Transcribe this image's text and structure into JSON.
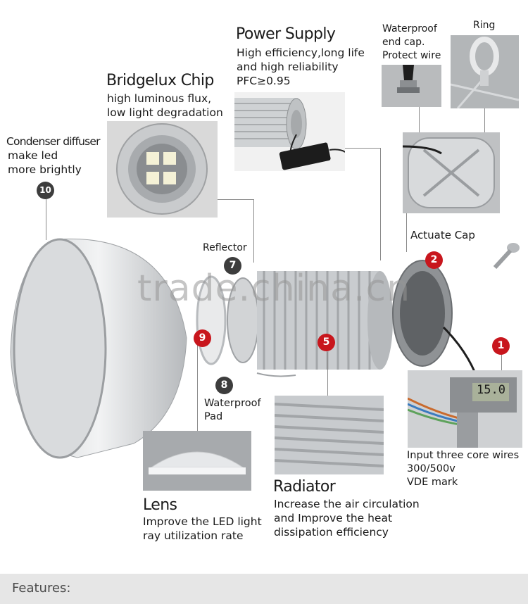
{
  "power_supply": {
    "title": "Power Supply",
    "lines": [
      "High efficiency,long life",
      "and high reliability",
      "PFC≥0.95"
    ]
  },
  "bridgelux": {
    "title": "Bridgelux Chip",
    "lines": [
      "high luminous flux,",
      "low light degradation"
    ]
  },
  "condenser": {
    "title": "Condenser diffuser",
    "lines": [
      "make led",
      "more brightly"
    ],
    "badge": "10"
  },
  "waterproof_cap": {
    "lines": [
      "Waterproof",
      "end cap.",
      "Protect wire"
    ]
  },
  "ring": {
    "label": "Ring"
  },
  "actuate_cap": {
    "label": "Actuate Cap",
    "badge": "2"
  },
  "reflector": {
    "label": "Reflector",
    "badge": "7"
  },
  "lens_badge": "9",
  "radiator_badge": "5",
  "pad": {
    "badge": "8",
    "lines": [
      "Waterproof",
      "Pad"
    ]
  },
  "wires": {
    "badge": "1",
    "lines": [
      "Input three core wires",
      "300/500v",
      "VDE mark"
    ]
  },
  "lens": {
    "title": "Lens",
    "lines": [
      "Improve the LED light",
      "ray utilization rate"
    ]
  },
  "radiator": {
    "title": "Radiator",
    "lines": [
      "Increase the air circulation",
      "and Improve the heat",
      "dissipation efficiency"
    ]
  },
  "watermark": "trade.china.cn",
  "footer": {
    "label": "Features:"
  },
  "caliper_reading": "15.0"
}
